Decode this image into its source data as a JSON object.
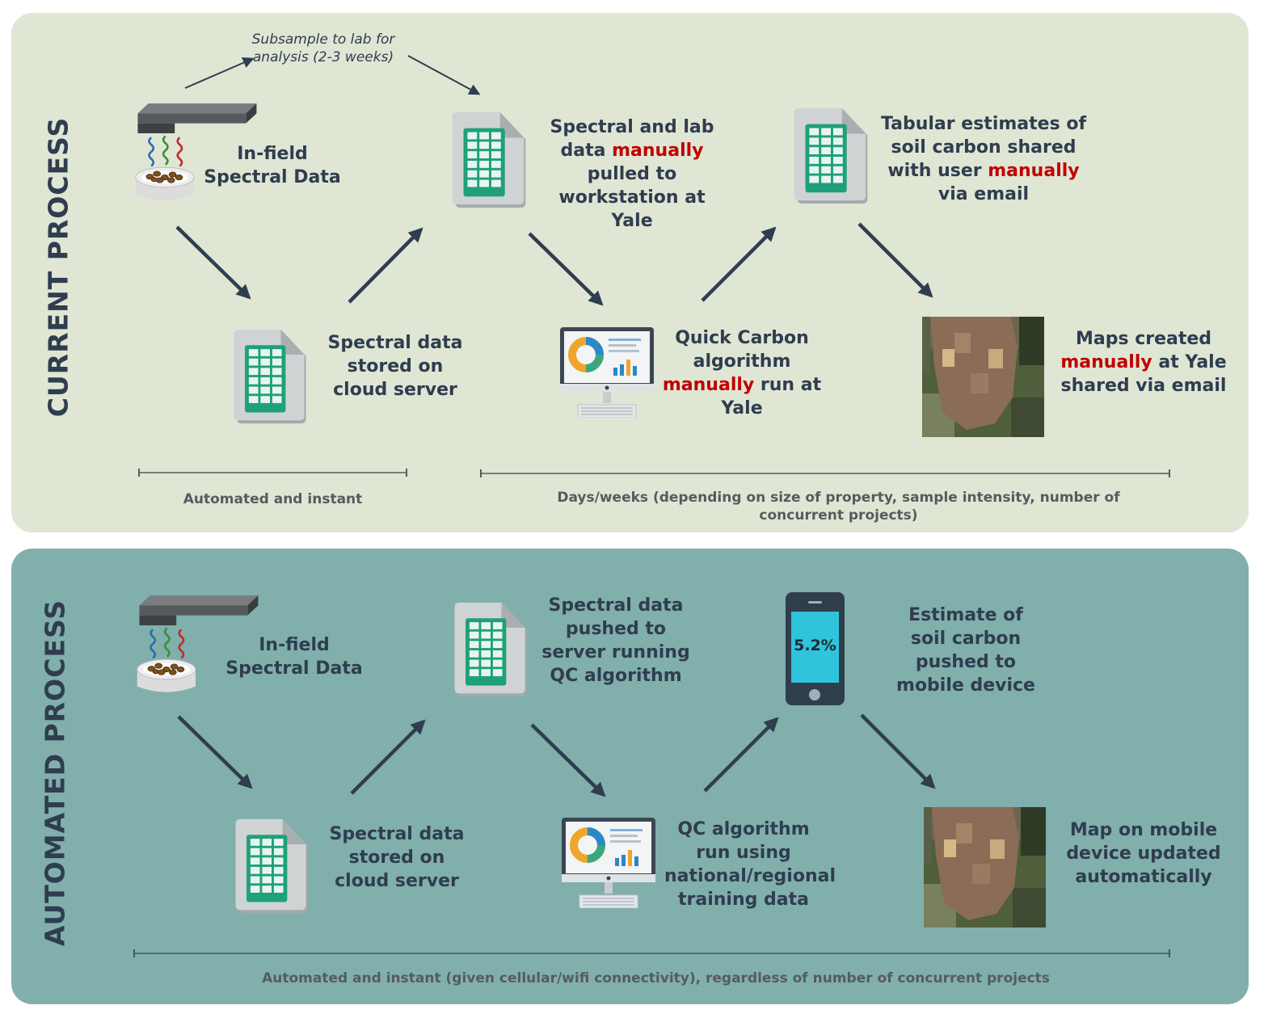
{
  "current": {
    "title": "CURRENT PROCESS",
    "subsample_note": "Subsample to lab for analysis (2-3 weeks)",
    "infield": "In-field Spectral Data",
    "cloud": "Spectral data stored on cloud server",
    "pulled": {
      "a": "Spectral  and lab data ",
      "b": "manually",
      "c": " pulled to workstation at Yale"
    },
    "quick": {
      "a": "Quick Carbon algorithm ",
      "b": "manually",
      "c": " run at Yale"
    },
    "tabular": {
      "a": "Tabular estimates of soil carbon shared with user ",
      "b": "manually",
      "c": " via email"
    },
    "maps": {
      "a": "Maps created ",
      "b": "manually",
      "c": " at Yale shared via email"
    },
    "foot_left": "Automated and instant",
    "foot_right": "Days/weeks (depending on size of property, sample intensity, number of concurrent projects)"
  },
  "auto": {
    "title": "AUTOMATED PROCESS",
    "infield": "In-field Spectral Data",
    "cloud": "Spectral data stored on cloud server",
    "pushed": "Spectral data pushed to server running QC algorithm",
    "qc": "QC  algorithm run using national/regional training data",
    "estimate": "Estimate of soil carbon pushed to mobile device",
    "phone_value": "5.2%",
    "map": "Map on mobile device updated automatically",
    "foot": "Automated and instant (given cellular/wifi connectivity), regardless of number of concurrent projects"
  },
  "colors": {
    "current_bg": "#dfe6d4",
    "auto_bg": "#81afac",
    "text": "#2f3d4f",
    "highlight": "#c00000",
    "sheet_green": "#1fa07a",
    "phone_screen": "#2fc4dc"
  },
  "icons": [
    "spectrometer-icon",
    "spreadsheet-icon",
    "computer-chart-icon",
    "satellite-map-icon",
    "mobile-phone-icon"
  ]
}
